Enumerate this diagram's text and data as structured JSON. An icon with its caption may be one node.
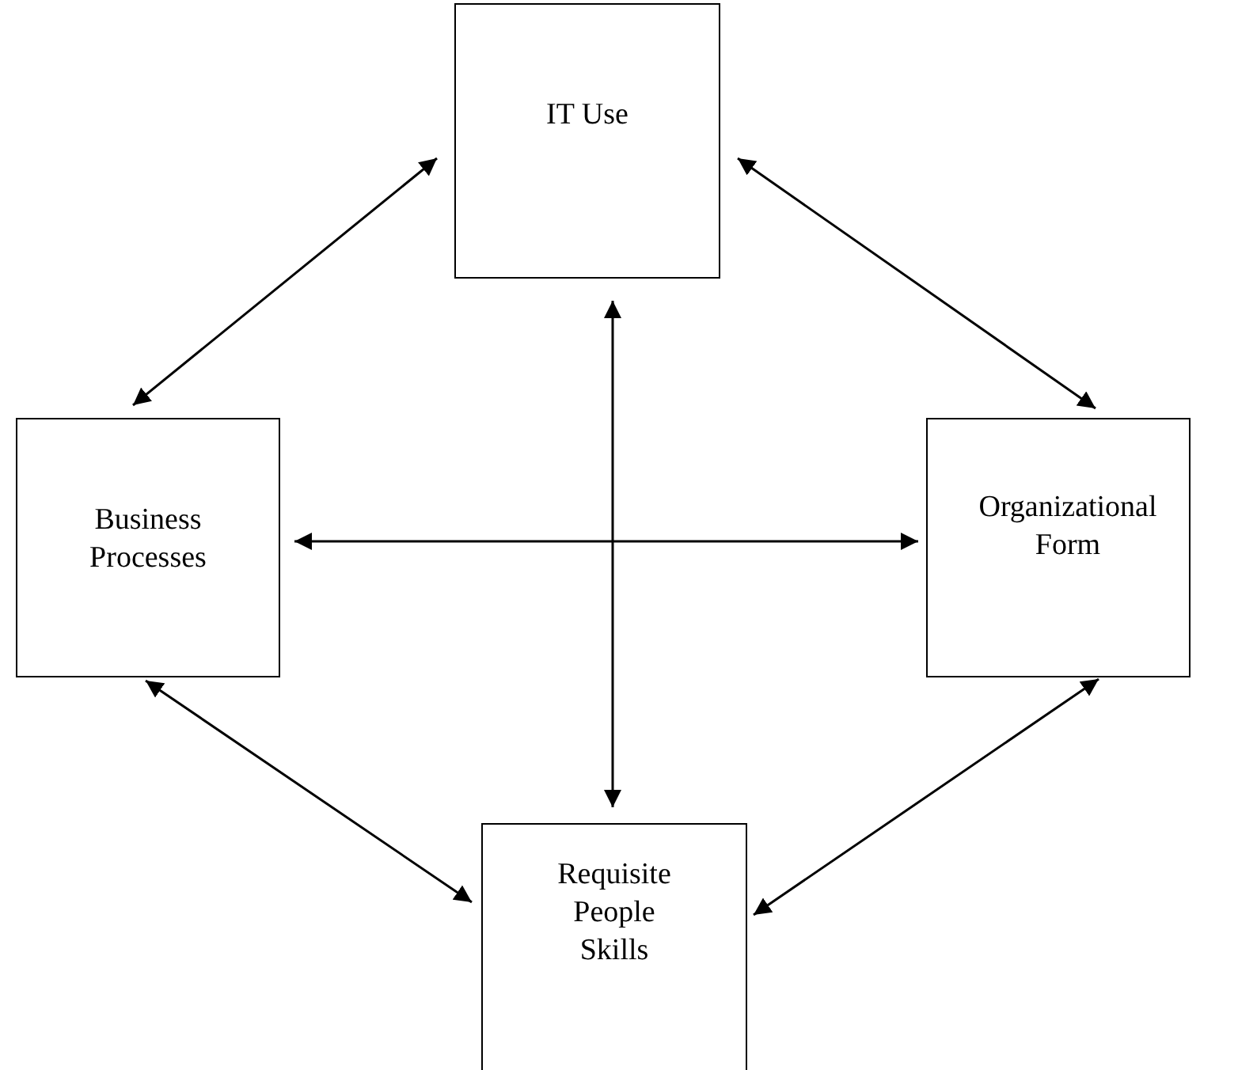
{
  "diagram": {
    "nodes": [
      {
        "text": [
          "IT Use"
        ]
      },
      {
        "text": [
          "Business Processes"
        ]
      },
      {
        "text": [
          "Organizational Form"
        ]
      },
      {
        "text": [
          "Requisite People Skills"
        ]
      }
    ],
    "edges": [
      {
        "from": 0,
        "to": 1,
        "arrow": "both"
      },
      {
        "from": 0,
        "to": 2,
        "arrow": "both"
      },
      {
        "from": 1,
        "to": 3,
        "arrow": "both"
      },
      {
        "from": 2,
        "to": 3,
        "arrow": "both"
      },
      {
        "from": 0,
        "to": 3,
        "arrow": "both"
      },
      {
        "from": 1,
        "to": 2,
        "arrow": "both"
      }
    ]
  }
}
